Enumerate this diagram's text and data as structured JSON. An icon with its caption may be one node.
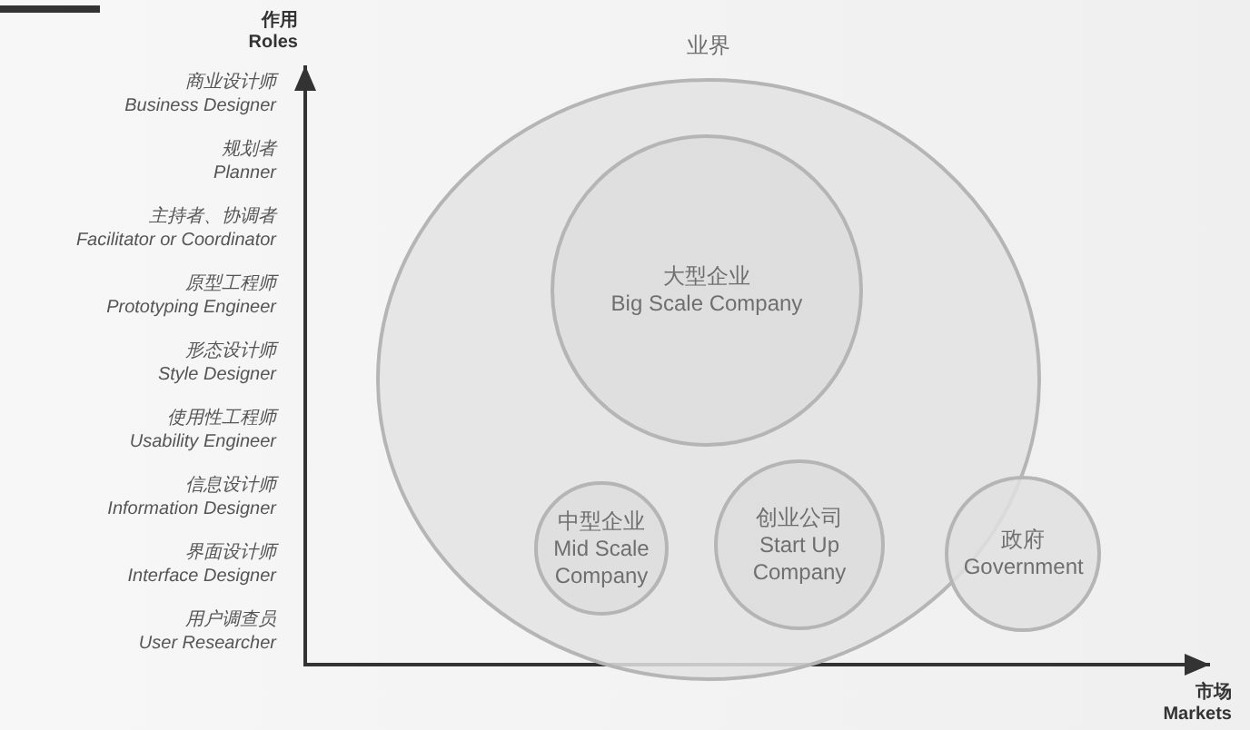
{
  "diagram": {
    "nodes": [
      {
        "text": [
          "业界"
        ]
      },
      {
        "text": [
          "大型企业",
          "Big Scale Company"
        ],
        "in": 0
      },
      {
        "text": [
          "中型企业",
          "Mid Scale Company"
        ],
        "in": 0
      },
      {
        "text": [
          "创业公司",
          "Start Up Company"
        ],
        "in": 0
      },
      {
        "text": [
          "政府",
          "Government"
        ]
      }
    ],
    "edges": [],
    "labels": [
      "作用",
      "Roles",
      "商业设计师",
      "Business Designer",
      "规划者",
      "Planner",
      "主持者、协调者",
      "Facilitator or Coordinator",
      "原型工程师",
      "Prototyping Engineer",
      "形态设计师",
      "Style Designer",
      "使用性工程师",
      "Usability Engineer",
      "信息设计师",
      "Information Designer",
      "界面设计师",
      "Interface Designer",
      "用户调查员",
      "User Researcher",
      "市场",
      "Markets"
    ]
  }
}
